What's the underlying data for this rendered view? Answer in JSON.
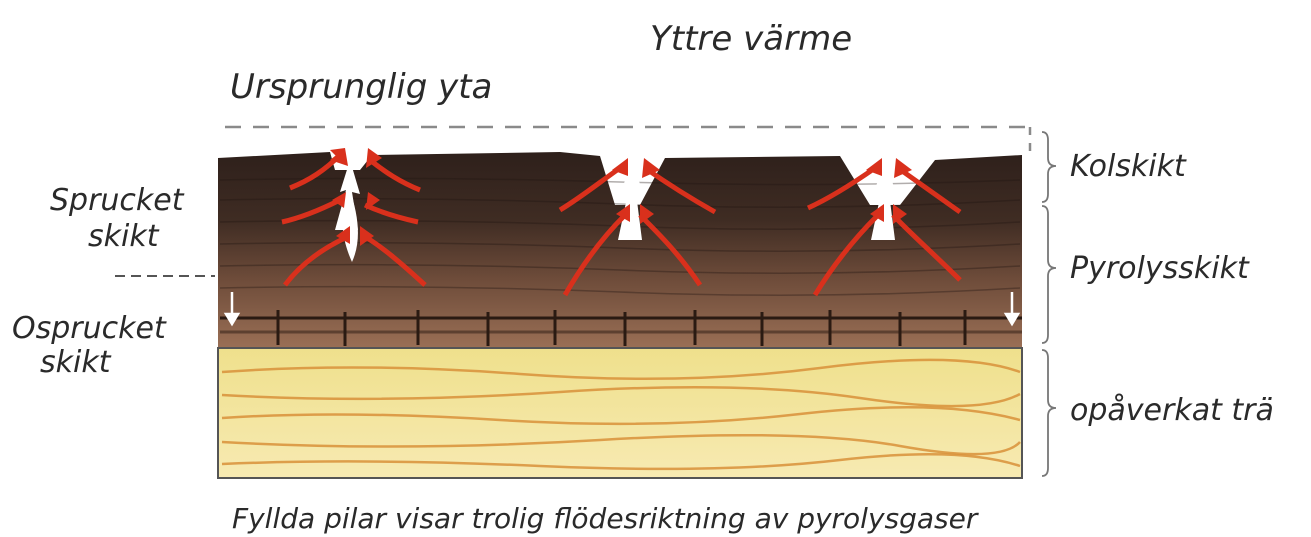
{
  "labels": {
    "heat": "Yttre värme",
    "surface": "Ursprunglig yta",
    "cracked_1": "Sprucket",
    "cracked_2": "skikt",
    "uncracked_1": "Osprucket",
    "uncracked_2": "skikt",
    "char": "Kolskikt",
    "pyrolysis": "Pyrolysskikt",
    "wood": "opåverkat trä",
    "caption": "Fyllda pilar visar trolig flödesriktning av pyrolysgaser"
  },
  "colors": {
    "char": "#3b2a22",
    "pyrolysis": "#7a5540",
    "wood": "#f3e39a",
    "wood_grain": "#d8903a",
    "gas_arrow": "#d9301c",
    "dashed": "#8a8a8a"
  }
}
